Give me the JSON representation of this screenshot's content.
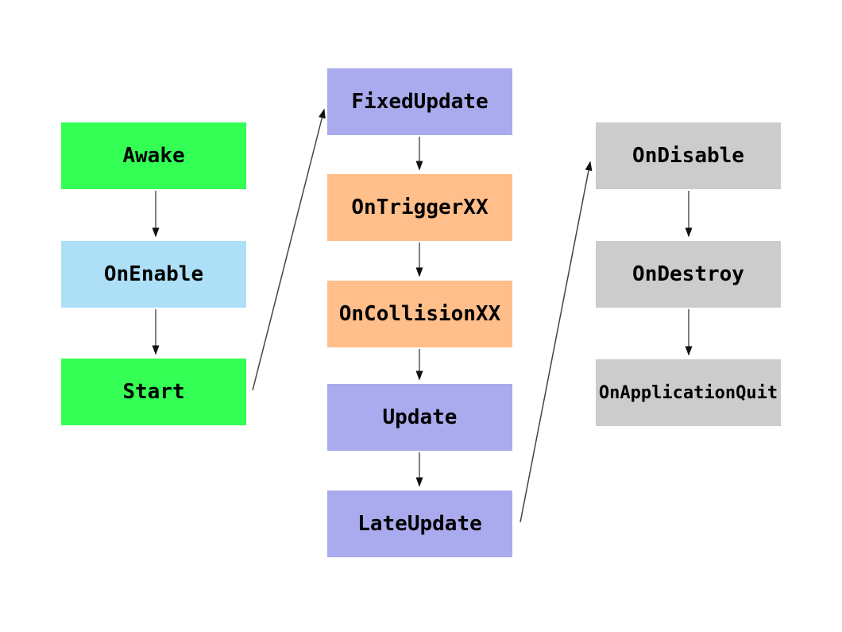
{
  "diagram": {
    "type": "flowchart",
    "background": "#ffffff",
    "colors": {
      "start_methods": "#33ff55",
      "enable_method": "#ade0f7",
      "update_methods": "#aaaaee",
      "physics_methods": "#ffbe8a",
      "teardown_methods": "#cccccc",
      "arrow_line": "#555555",
      "arrow_head": "#111111",
      "text": "#000000"
    },
    "nodes": {
      "awake": {
        "label": "Awake",
        "color": "#33ff55"
      },
      "onenable": {
        "label": "OnEnable",
        "color": "#ade0f7"
      },
      "start": {
        "label": "Start",
        "color": "#33ff55"
      },
      "fixedupdate": {
        "label": "FixedUpdate",
        "color": "#aaaaee"
      },
      "ontrigger": {
        "label": "OnTriggerXX",
        "color": "#ffbe8a"
      },
      "oncollision": {
        "label": "OnCollisionXX",
        "color": "#ffbe8a"
      },
      "update": {
        "label": "Update",
        "color": "#aaaaee"
      },
      "lateupdate": {
        "label": "LateUpdate",
        "color": "#aaaaee"
      },
      "ondisable": {
        "label": "OnDisable",
        "color": "#cccccc"
      },
      "ondestroy": {
        "label": "OnDestroy",
        "color": "#cccccc"
      },
      "onapplicationquit": {
        "label": "OnApplicationQuit",
        "color": "#cccccc"
      }
    },
    "edges": [
      {
        "from": "Awake",
        "to": "OnEnable"
      },
      {
        "from": "OnEnable",
        "to": "Start"
      },
      {
        "from": "Start",
        "to": "FixedUpdate"
      },
      {
        "from": "FixedUpdate",
        "to": "OnTriggerXX"
      },
      {
        "from": "OnTriggerXX",
        "to": "OnCollisionXX"
      },
      {
        "from": "OnCollisionXX",
        "to": "Update"
      },
      {
        "from": "Update",
        "to": "LateUpdate"
      },
      {
        "from": "LateUpdate",
        "to": "OnDisable"
      },
      {
        "from": "OnDisable",
        "to": "OnDestroy"
      },
      {
        "from": "OnDestroy",
        "to": "OnApplicationQuit"
      }
    ]
  }
}
